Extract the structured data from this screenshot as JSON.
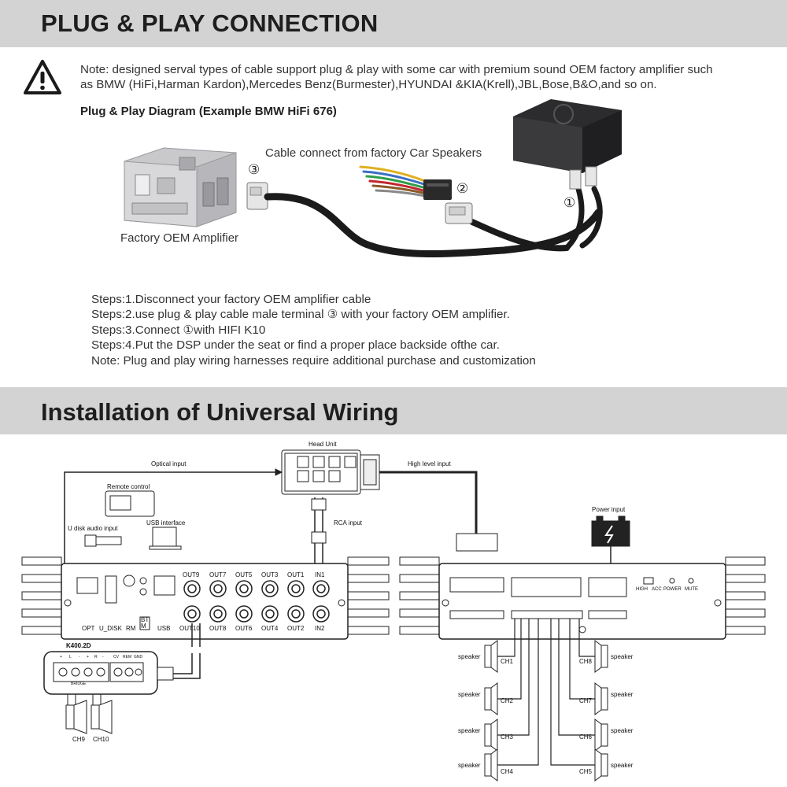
{
  "section1": {
    "title": "PLUG & PLAY CONNECTION",
    "note_line1": "Note: designed serval types of cable support plug & play with some car with premium sound OEM factory amplifier such",
    "note_line2": "as BMW (HiFi,Harman Kardon),Mercedes Benz(Burmester),HYUNDAI &KIA(Krell),JBL,Bose,B&O,and so on.",
    "diagram_title": "Plug & Play Diagram (Example BMW HiFi 676)",
    "cable_label": "Cable connect from factory Car Speakers",
    "amp_label": "Factory OEM Amplifier",
    "marker1": "①",
    "marker2": "②",
    "marker3": "③",
    "steps": [
      "Steps:1.Disconnect your factory OEM amplifier cable",
      "Steps:2.use plug & play cable male terminal ③ with your factory OEM amplifier.",
      "Steps:3.Connect ①with HIFI K10",
      "Steps:4.Put the DSP under the seat or find a proper place backside ofthe car.",
      "Note: Plug and play wiring harnesses require additional purchase and customization"
    ]
  },
  "section2": {
    "title": "Installation of Universal Wiring",
    "head_unit": "Head Unit",
    "optical_input": "Optical input",
    "high_level_input": "High level input",
    "remote_control": "Remote control",
    "usb_interface": "USB interface",
    "u_disk_audio": "U disk audio input",
    "rca_input": "RCA input",
    "power_input": "Power input",
    "left_panel": [
      "OPT",
      "U_DISK",
      "RM",
      "USB"
    ],
    "btm": "BT\nM",
    "out_top": [
      "OUT9",
      "OUT7",
      "OUT5",
      "OUT3",
      "OUT1",
      "IN1"
    ],
    "out_bottom": [
      "OUT10",
      "OUT8",
      "OUT6",
      "OUT4",
      "OUT2",
      "IN2"
    ],
    "right_panel": [
      "HIGH",
      "ACC",
      "POWER",
      "MUTE"
    ],
    "k400": "K400.2D",
    "k400_labels": [
      "+",
      "L",
      "-",
      "+",
      "R",
      "-",
      "CV",
      "REM",
      "GND"
    ],
    "k400_bottom": "BRIDGE",
    "speaker": "speaker",
    "channels_left": [
      "CH1",
      "CH2",
      "CH3",
      "CH4"
    ],
    "channels_right": [
      "CH8",
      "CH7",
      "CH6",
      "CH5"
    ],
    "sub_channels": [
      "CH9",
      "CH10"
    ]
  },
  "colors": {
    "band": "#d3d3d3",
    "title": "#1e1e1e",
    "text": "#333333",
    "line": "#222222"
  }
}
